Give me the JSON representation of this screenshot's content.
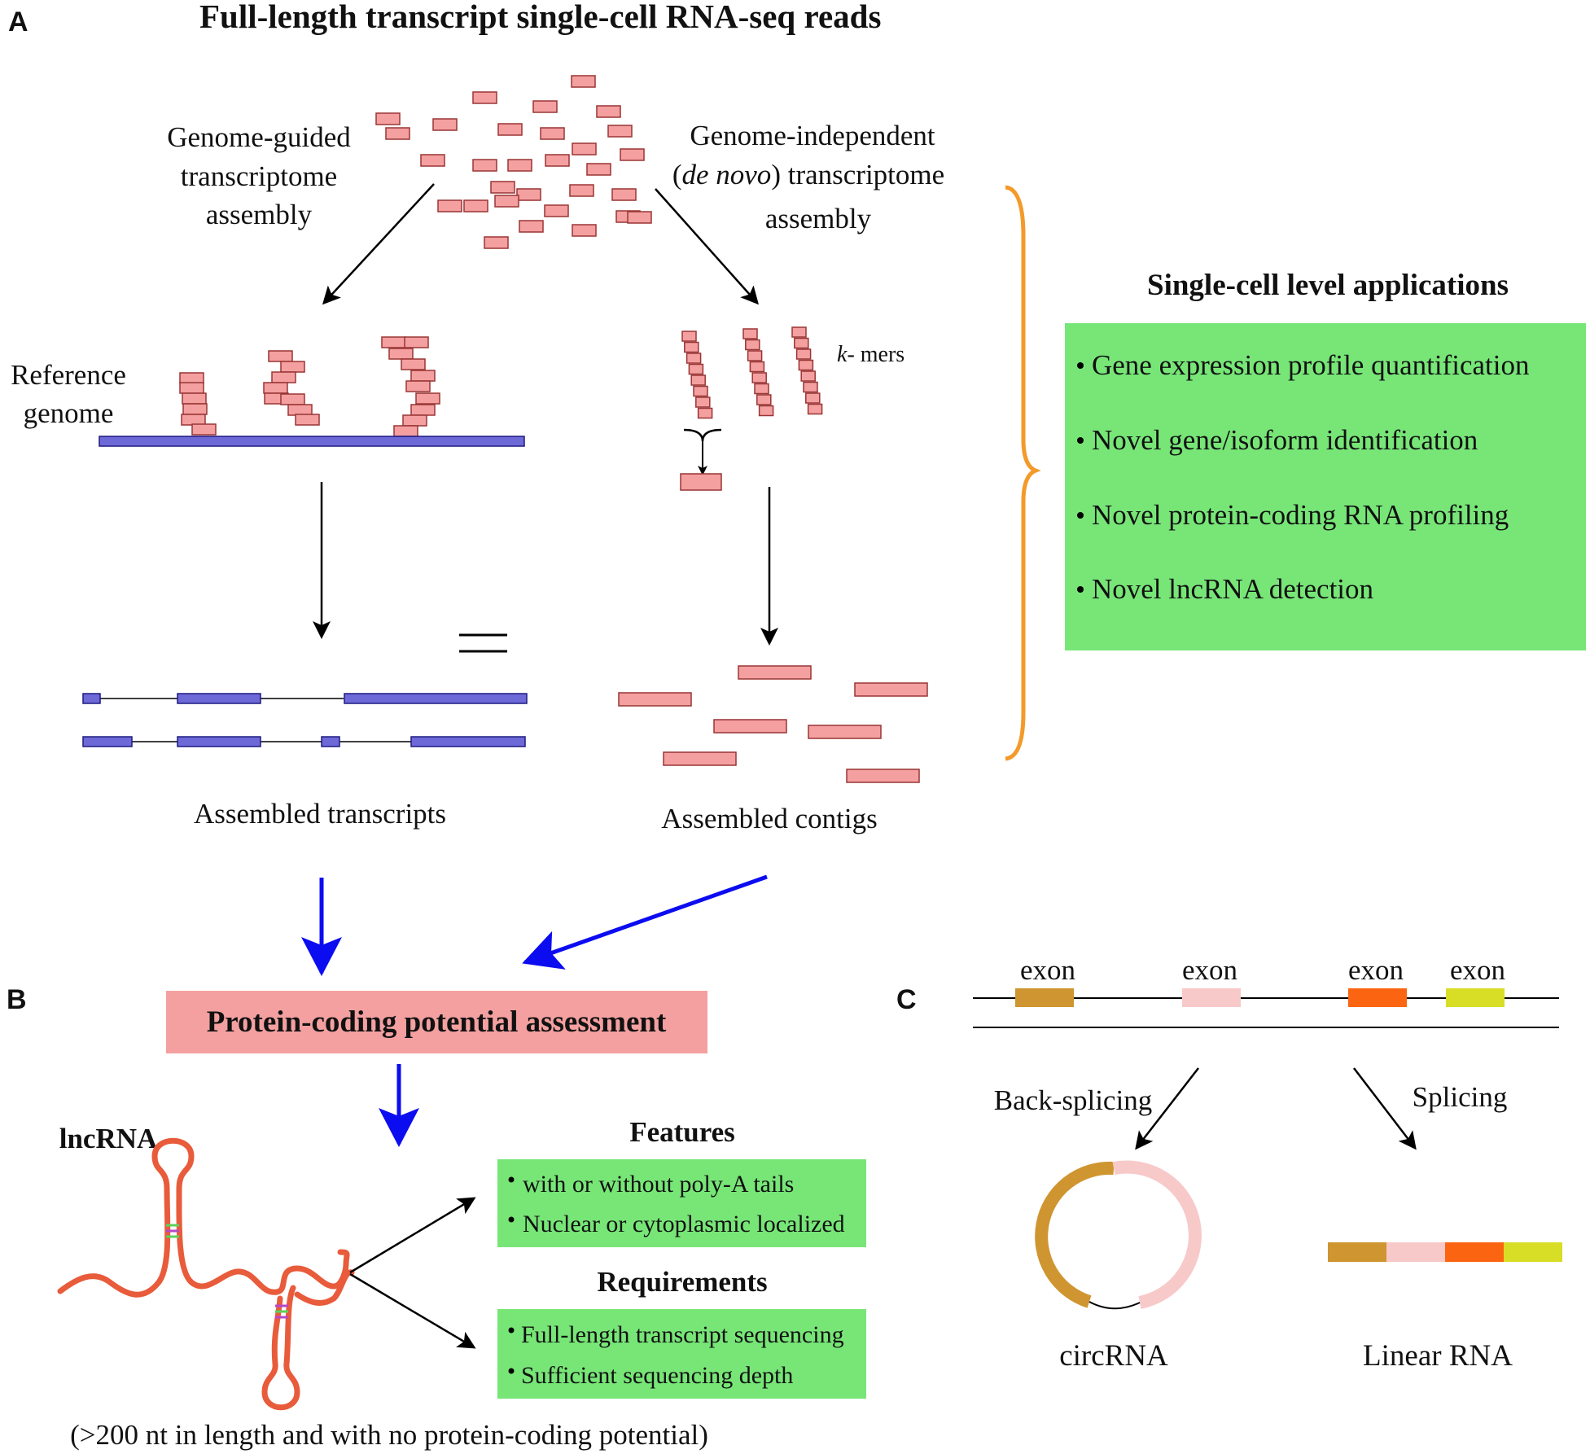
{
  "panel_a": {
    "letter": "A",
    "title": "Full-length transcript single-cell RNA-seq reads",
    "left_route": {
      "line1": "Genome-guided",
      "line2": "transcriptome",
      "line3": "assembly"
    },
    "right_route": {
      "line1": "Genome-independent",
      "line2_open": "(",
      "line2_italic": "de novo",
      "line2_rest": ") transcriptome",
      "line3": "assembly"
    },
    "reference_genome": {
      "line1": "Reference",
      "line2": "genome"
    },
    "kmers": {
      "italic": "k",
      "rest": "- mers"
    },
    "assembled_transcripts": "Assembled transcripts",
    "assembled_contigs": "Assembled contigs",
    "applications": {
      "title": "Single-cell level applications",
      "items": [
        "Gene expression profile quantification",
        "Novel gene/isoform identification",
        "Novel protein-coding RNA profiling",
        "Novel lncRNA detection"
      ]
    }
  },
  "panel_b": {
    "letter": "B",
    "assessment": "Protein-coding potential assessment",
    "lncrna": "lncRNA",
    "features": {
      "title": "Features",
      "items": [
        "with or without poly-A tails",
        "Nuclear or cytoplasmic localized"
      ]
    },
    "requirements": {
      "title": "Requirements",
      "items": [
        "Full-length transcript sequencing",
        "Sufficient sequencing depth"
      ]
    },
    "footnote": "(>200 nt in length and with no protein-coding potential)"
  },
  "panel_c": {
    "letter": "C",
    "exon_label": "exon",
    "back_splicing": "Back-splicing",
    "splicing": "Splicing",
    "circrna": "circRNA",
    "linear_rna": "Linear RNA"
  },
  "colors": {
    "read_fill": "#f4a0a0",
    "read_stroke": "#9a3535",
    "genome_blue": "#6d6ad8",
    "genome_stroke": "#1f1a80",
    "box_green": "#77e677",
    "assessment_pink": "#f4a0a0",
    "brace_orange": "#f39a2a",
    "blue_arrow": "#0c0cf0",
    "exon_1": "#cf9530",
    "exon_2": "#f8c9c9",
    "exon_3": "#fb6410",
    "exon_4": "#d8dd25",
    "lncrna_strand": "#e85b3b"
  },
  "icons": [
    "arrow-icon",
    "curly-brace-icon",
    "lncrna-structure-icon",
    "circrna-ring-icon",
    "bullet-icon"
  ]
}
